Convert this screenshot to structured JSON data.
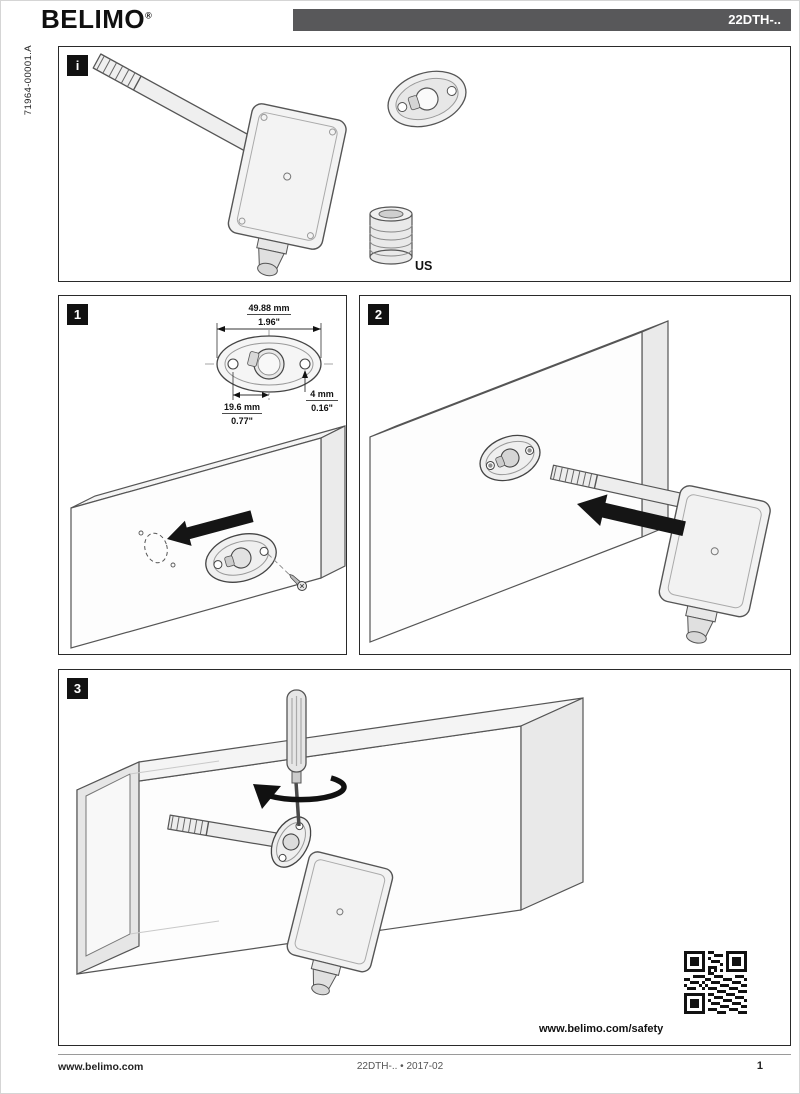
{
  "header": {
    "brand": "BELIMO",
    "registered_mark": "®",
    "product_code": "22DTH-.."
  },
  "side_label": "71964-00001.A",
  "panels": {
    "info": {
      "label": "i",
      "adapter_label": "US"
    },
    "step1": {
      "label": "1",
      "dims": {
        "width_mm": "49.88 mm",
        "width_in": "1.96\"",
        "hole_mm": "4 mm",
        "hole_in": "0.16\"",
        "offset_mm": "19.6 mm",
        "offset_in": "0.77\""
      }
    },
    "step2": {
      "label": "2"
    },
    "step3": {
      "label": "3"
    }
  },
  "safety_link": "www.belimo.com/safety",
  "footer": {
    "website": "www.belimo.com",
    "doc_info": "22DTH-.. • 2017-02",
    "page_number": "1"
  }
}
